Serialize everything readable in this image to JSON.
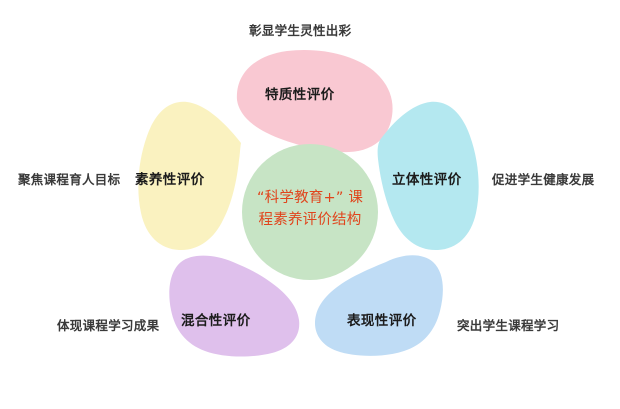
{
  "diagram": {
    "type": "radial-petal-concept-map",
    "center": {
      "line1": "“科学教育+” 课",
      "line2": "程素养评价结构",
      "fill": "#c7e4c5",
      "text_color": "#e0451d"
    },
    "petals": [
      {
        "label": "特质性评价",
        "fill": "#f9c8d2",
        "outer": "彰显学生灵性出彩",
        "position": "top"
      },
      {
        "label": "立体性评价",
        "fill": "#b4e8f0",
        "outer": "促进学生健康发展",
        "position": "right"
      },
      {
        "label": "表现性评价",
        "fill": "#bfdcf5",
        "outer": "突出学生课程学习",
        "position": "bottom-right"
      },
      {
        "label": "混合性评价",
        "fill": "#dfc0ec",
        "outer": "体现课程学习成果",
        "position": "bottom-left"
      },
      {
        "label": "素养性评价",
        "fill": "#faf2c0",
        "outer": "聚焦课程育人目标",
        "position": "left"
      }
    ],
    "background": "#ffffff"
  }
}
